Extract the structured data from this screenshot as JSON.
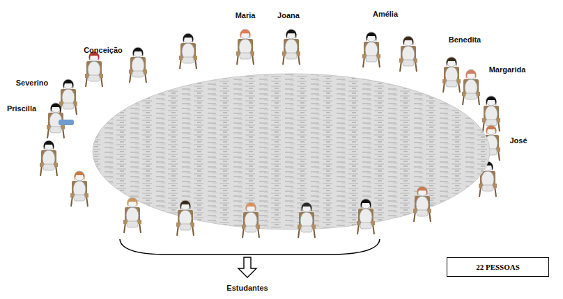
{
  "diagram": {
    "nodes": [
      {
        "text": [
          "22 PESSOAS"
        ]
      }
    ],
    "labels": [
      "Maria",
      "Joana",
      "Amélia",
      "Benedita",
      "Margarida",
      "José",
      "Conceição",
      "Severino",
      "Priscilla",
      "Estudantes"
    ]
  }
}
